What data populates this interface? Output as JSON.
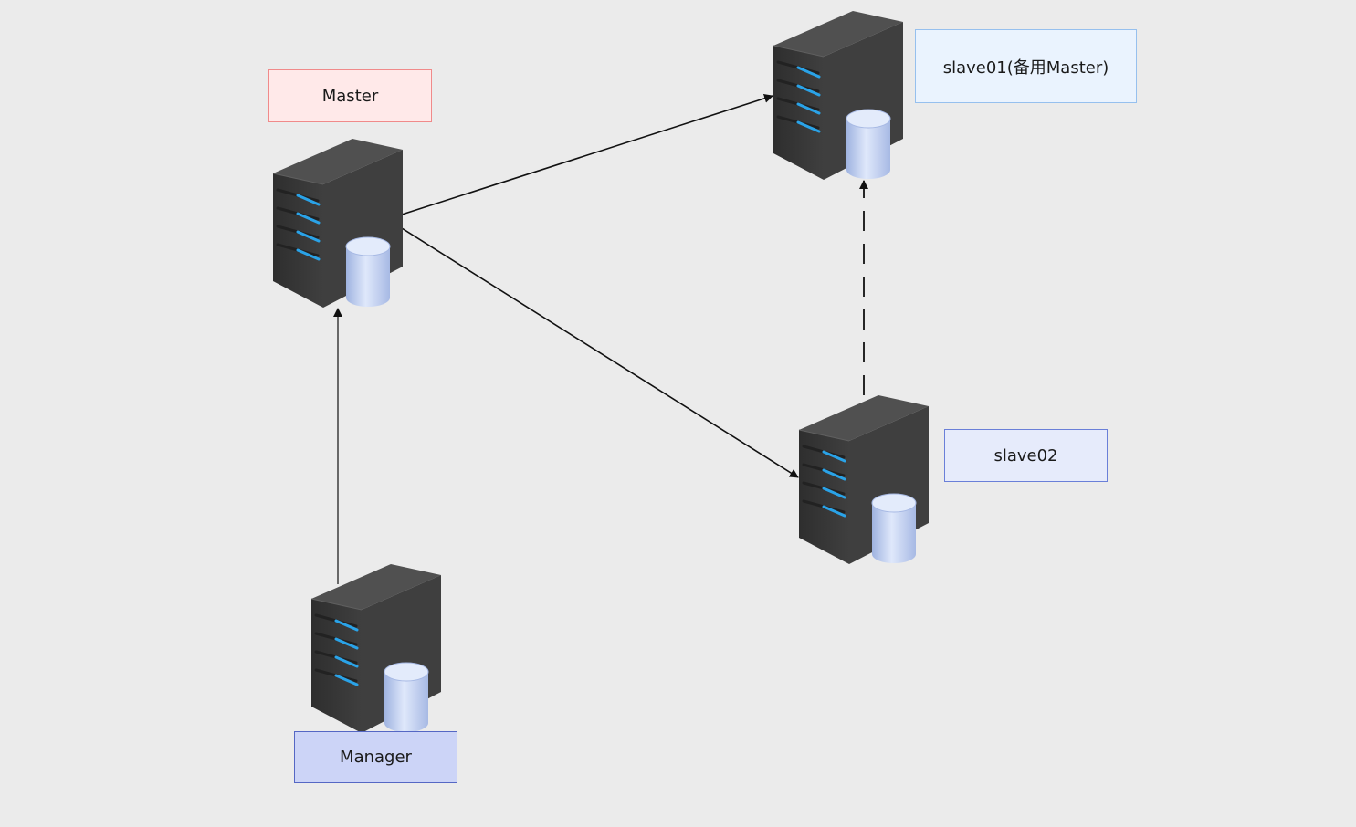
{
  "diagram": {
    "nodes": [
      {
        "id": "master",
        "label": "Master"
      },
      {
        "id": "slave01",
        "label": "slave01(备用Master)"
      },
      {
        "id": "slave02",
        "label": "slave02"
      },
      {
        "id": "manager",
        "label": "Manager"
      }
    ],
    "edges": [
      {
        "from": "master",
        "to": "slave01",
        "style": "solid"
      },
      {
        "from": "master",
        "to": "slave02",
        "style": "solid"
      },
      {
        "from": "slave02",
        "to": "slave01",
        "style": "dashed"
      },
      {
        "from": "manager",
        "to": "master",
        "style": "solid"
      }
    ],
    "colors": {
      "background": "#ebebeb",
      "server_body": "#3a3a3a",
      "server_led": "#2aa3e8",
      "database": "#b9c9ec",
      "master_label_fill": "#ffe9e9",
      "master_label_border": "#f08a8a",
      "slave01_label_fill": "#eaf3fe",
      "slave01_label_border": "#96c0ee",
      "slave02_label_fill": "#e6ebfb",
      "slave02_label_border": "#6a7fd8",
      "manager_label_fill": "#ccd4f7",
      "manager_label_border": "#5567c4"
    },
    "icons": [
      "server-icon",
      "database-icon"
    ]
  }
}
